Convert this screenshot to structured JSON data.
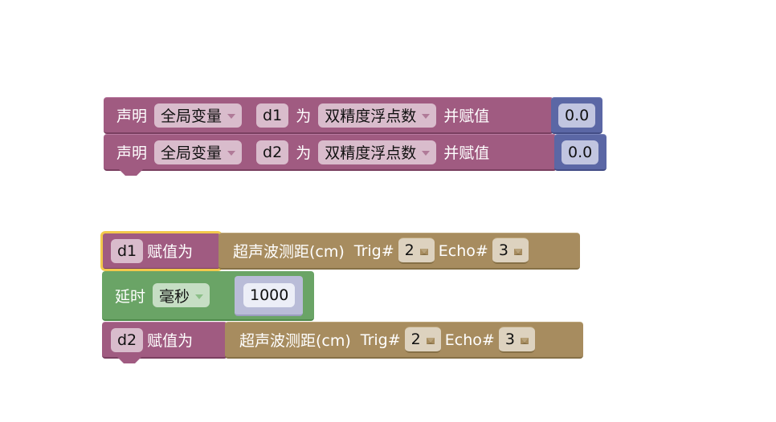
{
  "workspace": {
    "declarations": [
      {
        "keyword": "声明",
        "scope": "全局变量",
        "var": "d1",
        "as": "为",
        "type": "双精度浮点数",
        "assign": "并赋值",
        "value": "0.0"
      },
      {
        "keyword": "声明",
        "scope": "全局变量",
        "var": "d2",
        "as": "为",
        "type": "双精度浮点数",
        "assign": "并赋值",
        "value": "0.0"
      }
    ],
    "program": {
      "assign1": {
        "var": "d1",
        "label": "赋值为",
        "sensor": {
          "label": "超声波测距(cm)",
          "trig_label": "Trig#",
          "trig_value": "2",
          "echo_label": "Echo#",
          "echo_value": "3"
        }
      },
      "delay": {
        "label": "延时",
        "unit": "毫秒",
        "value": "1000"
      },
      "assign2": {
        "var": "d2",
        "label": "赋值为",
        "sensor": {
          "label": "超声波测距(cm)",
          "trig_label": "Trig#",
          "trig_value": "2",
          "echo_label": "Echo#",
          "echo_value": "3"
        }
      }
    }
  },
  "colors": {
    "variables": "#a05b81",
    "math": "#5b67a5",
    "sensor": "#a78c5f",
    "control": "#6aa466",
    "selection": "#f2c94c"
  }
}
